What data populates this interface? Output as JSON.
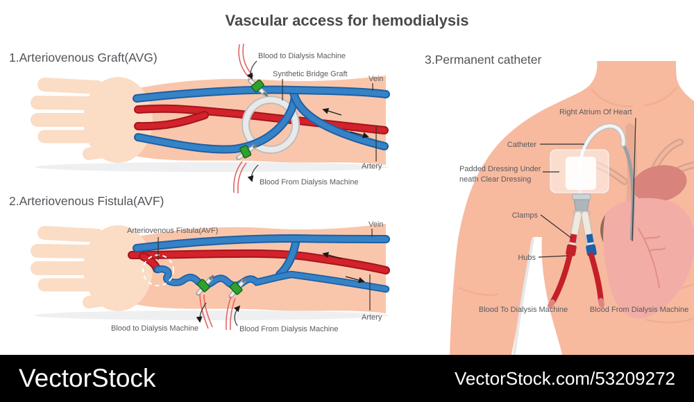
{
  "title": "Vascular access for hemodialysis",
  "sections": {
    "avg": {
      "heading": "1.Arteriovenous Graft(AVG)",
      "labels": {
        "blood_to": "Blood to Dialysis Machine",
        "graft": "Synthetic Bridge Graft",
        "vein": "Vein",
        "artery": "Artery",
        "blood_from": "Blood From Dialysis Machine"
      }
    },
    "avf": {
      "heading": "2.Arteriovenous Fistula(AVF)",
      "labels": {
        "fistula": "Arteriovenous Fistula(AVF)",
        "vein": "Vein",
        "artery": "Artery",
        "blood_to": "Blood to Dialysis Machine",
        "blood_from": "Blood From Dialysis Machine"
      }
    },
    "catheter": {
      "heading": "3.Permanent catheter",
      "labels": {
        "right_atrium": "Right Atrium Of Heart",
        "catheter": "Catheter",
        "dressing_line1": "Padded Dressing Under",
        "dressing_line2": "neath Clear Dressing",
        "clamps": "Clamps",
        "hubs": "Hubs",
        "blood_to": "Blood To Dialysis Machine",
        "blood_from": "Blood From Dialysis Machine"
      }
    }
  },
  "watermark": {
    "brand": "VectorStock",
    "credit": "VectorStock.com/53209272"
  },
  "colors": {
    "artery_red": "#D3222B",
    "vein_blue": "#3583C6",
    "graft_gray": "#E9E9E9",
    "clamp_green": "#2EA12F",
    "skin_arm": "#F9C6AB",
    "skin_hand": "#FBDCC5",
    "skin_torso": "#F7BA9F",
    "heart_pink": "#F2ADA6",
    "atrium_brown": "#8E6C5A",
    "label_gray": "#58595B",
    "watermark_bg": "#000000"
  }
}
